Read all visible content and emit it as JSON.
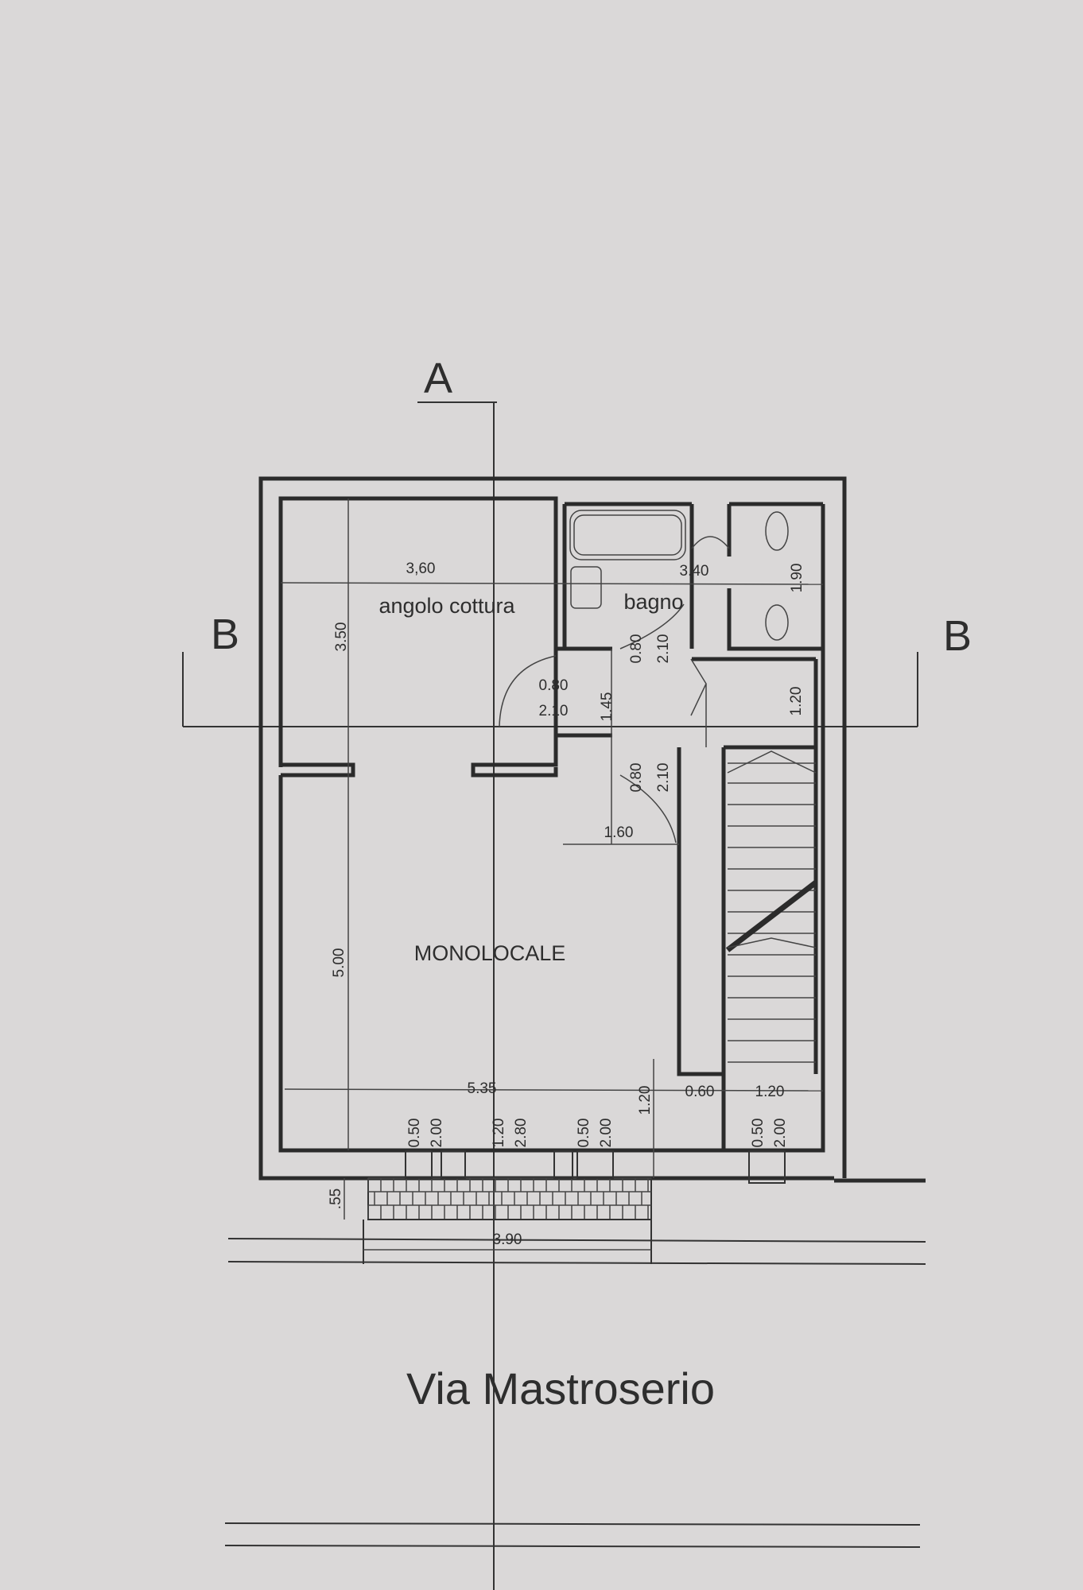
{
  "section_labels": {
    "a": "A",
    "b_left": "B",
    "b_right": "B"
  },
  "rooms": {
    "kitchen": "angolo cottura",
    "bathroom": "bagno",
    "main": "MONOLOCALE"
  },
  "dimensions": {
    "kitchen_width": "3,60",
    "kitchen_depth": "3.50",
    "bath_width": "3.40",
    "bath_depth": "1.90",
    "door1_width": "0.80",
    "door1_height": "2.10",
    "corridor": "1.45",
    "bath_door_width": "0.80",
    "bath_door_height": "2.10",
    "stair_landing": "1.20",
    "door2_width": "0.80",
    "door2_height": "2.10",
    "corridor_width": "1.60",
    "main_depth": "5.00",
    "main_width": "5.35",
    "stair_offset": "1.20",
    "wall_gap": "0.60",
    "stair_width": "1.20",
    "win1_width": "0.50",
    "win1_height": "2.00",
    "door_main_width": "1.20",
    "door_main_height": "2.80",
    "win2_width": "0.50",
    "win2_height": "2.00",
    "win3_width": "0.50",
    "win3_height": "2.00",
    "step_depth": ".55",
    "step_width": "3.90"
  },
  "street": "Via Mastroserio"
}
